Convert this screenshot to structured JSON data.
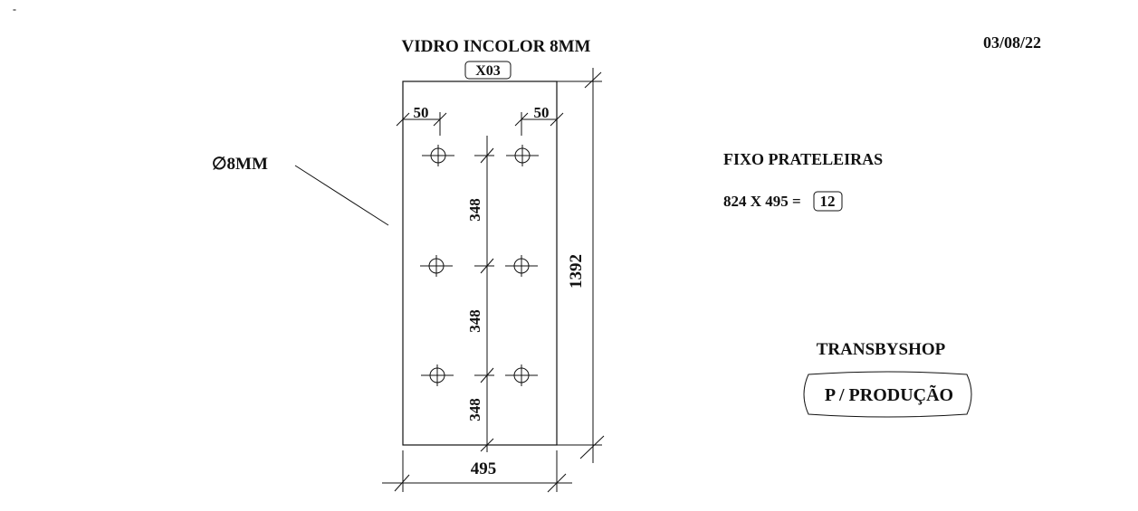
{
  "drawing": {
    "corner_mark": "-",
    "title": "VIDRO INCOLOR 8MM",
    "quantity_tag": "X03",
    "date": "03/08/22",
    "hole_label": "∅8MM",
    "edge_offset_left": "50",
    "edge_offset_right": "50",
    "spacing_1": "348",
    "spacing_2": "348",
    "spacing_3": "348",
    "height": "1392",
    "width": "495"
  },
  "info": {
    "heading": "FIXO PRATELEIRAS",
    "dimensions": "824 X 495 =",
    "count": "12",
    "company": "TRANSBYSHOP",
    "stamp": "P / PRODUÇÃO"
  }
}
